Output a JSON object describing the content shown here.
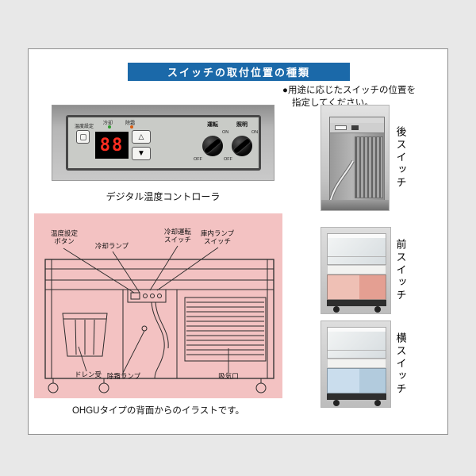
{
  "header": {
    "title": "スイッチの取付位置の種類"
  },
  "note": {
    "line1": "●用途に応じたスイッチの位置を",
    "line2": "指定してください。"
  },
  "controller": {
    "caption": "デジタル温度コントローラ",
    "indicator1": "冷却",
    "indicator2": "除霜",
    "temp_set": "温度設定",
    "display": "88",
    "up": "△",
    "down": "▼",
    "knob1": "運転",
    "knob2": "照明",
    "on": "ON",
    "off": "OFF"
  },
  "diagram": {
    "caption": "OHGUタイプの背面からのイラストです。",
    "label_temp_btn_1": "温度設定",
    "label_temp_btn_2": "ボタン",
    "label_cool_lamp": "冷却ランプ",
    "label_cool_sw_1": "冷却運転",
    "label_cool_sw_2": "スイッチ",
    "label_room_lamp_1": "庫内ランプ",
    "label_room_lamp_2": "スイッチ",
    "label_drain": "ドレン受",
    "label_defrost": "除霜ランプ",
    "label_intake": "吸気口"
  },
  "positions": [
    {
      "label": "後スイッチ"
    },
    {
      "label": "前スイッチ"
    },
    {
      "label": "横スイッチ"
    }
  ],
  "colors": {
    "header_bg": "#1b69a9",
    "diagram_bg": "#f3c2c2",
    "case_pink": "#e8a89b",
    "case_blue": "#b7cfdf",
    "led_red": "#ff2d20"
  }
}
